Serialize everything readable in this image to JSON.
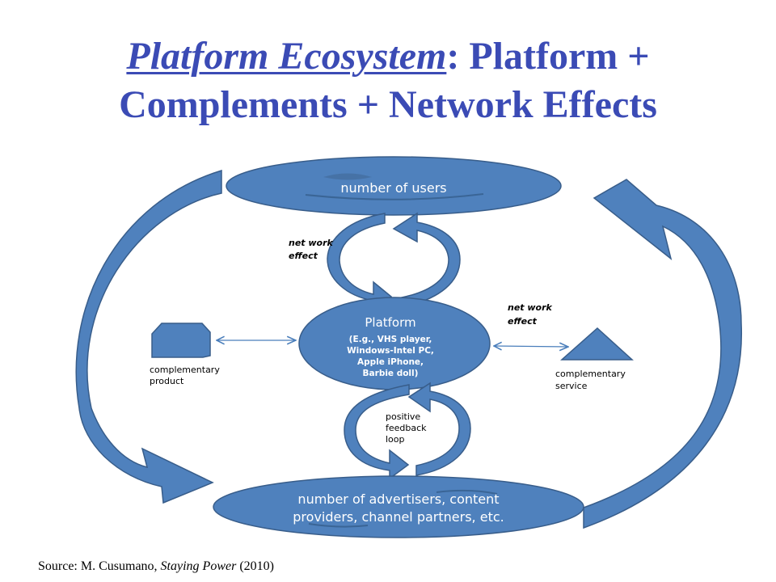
{
  "title": {
    "emphasis": "Platform Ecosystem",
    "rest": ": Platform +",
    "line2": "Complements + Network Effects"
  },
  "diagram": {
    "users_label": "number of users",
    "platform_title": "Platform",
    "platform_examples": [
      "(E.g., VHS player,",
      "Windows-Intel PC,",
      "Apple iPhone,",
      "Barbie doll)"
    ],
    "advertisers_lines": [
      "number of advertisers, content",
      "providers, channel partners, etc."
    ],
    "network_effect_left": [
      "net work",
      "effect"
    ],
    "network_effect_right": [
      "net work",
      "effect"
    ],
    "complementary_product": [
      "complementary",
      "product"
    ],
    "complementary_service": [
      "complementary",
      "service"
    ],
    "feedback_loop": [
      "positive",
      "feedback",
      "loop"
    ]
  },
  "source": {
    "prefix": "Source: M. Cusumano, ",
    "book": "Staying Power",
    "suffix": " (2010)"
  },
  "colors": {
    "title": "#3b4bb5",
    "shape_fill": "#4f81bd",
    "shape_stroke": "#385d8a",
    "connector": "#4a7ebb"
  }
}
